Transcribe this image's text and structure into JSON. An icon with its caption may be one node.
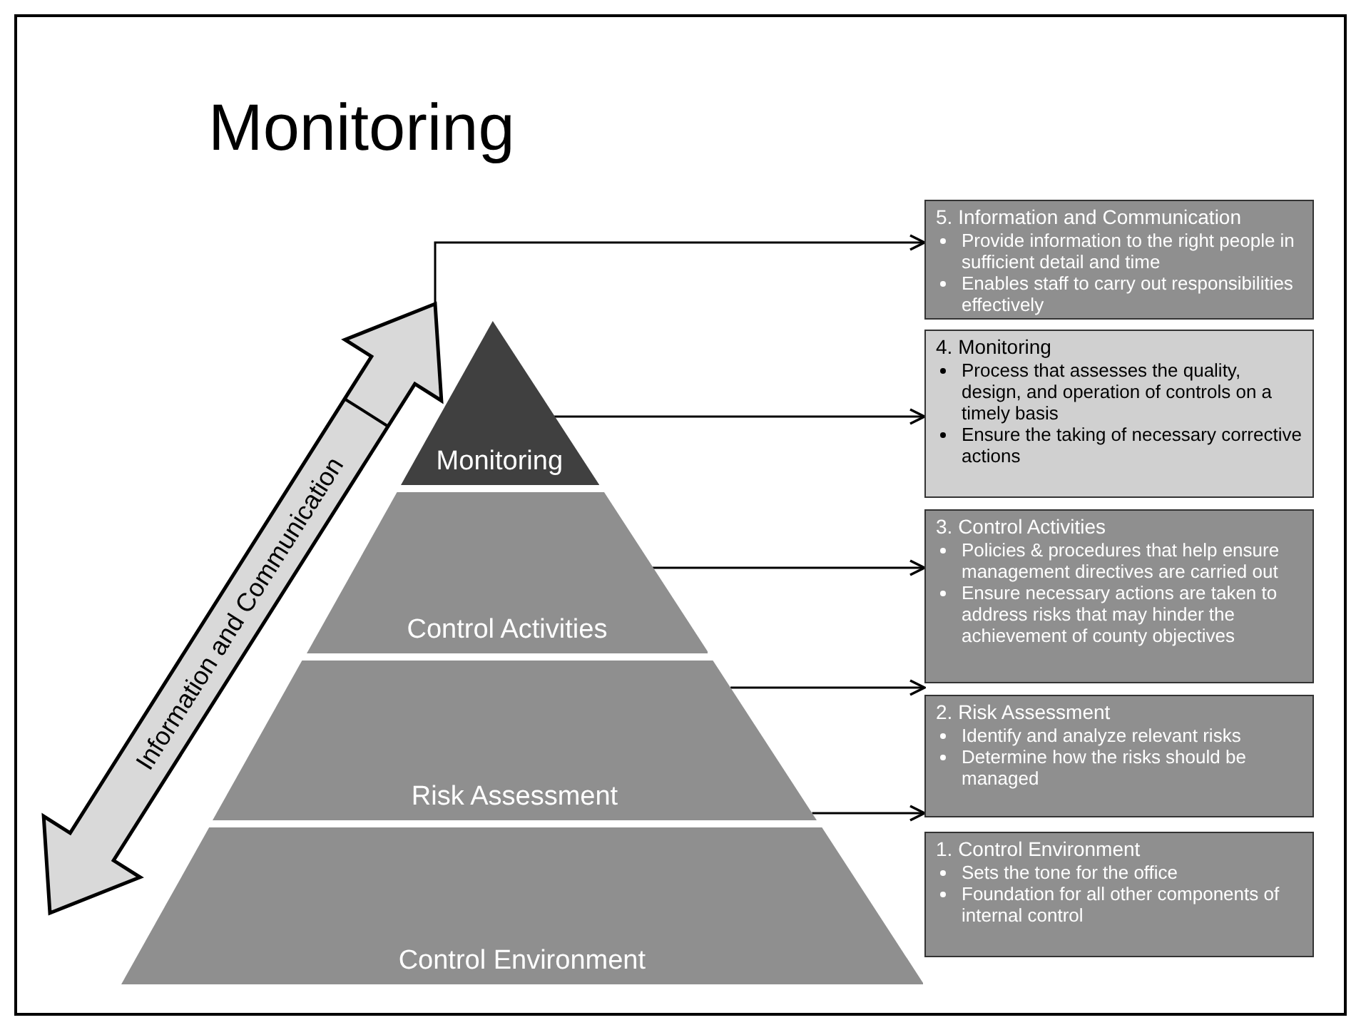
{
  "diagram": {
    "title": "Monitoring",
    "nodes": [
      {
        "text": [
          "Information and Communication"
        ]
      },
      {
        "text": [
          "Monitoring"
        ]
      },
      {
        "text": [
          "Control Activities"
        ]
      },
      {
        "text": [
          "Risk Assessment"
        ]
      },
      {
        "text": [
          "Control Environment"
        ]
      },
      {
        "text": [
          "5. Information and Communication",
          "Provide information to the right people in sufficient detail and time",
          "Enables staff to carry out responsibilities effectively"
        ]
      },
      {
        "text": [
          "4. Monitoring",
          "Process that assesses the quality, design, and operation of controls on a timely basis",
          "Ensure the taking of necessary corrective actions"
        ]
      },
      {
        "text": [
          "3. Control Activities",
          "Policies & procedures that help ensure management directives are carried out",
          "Ensure necessary actions are taken to address risks that may hinder the achievement of county objectives"
        ]
      },
      {
        "text": [
          "2. Risk Assessment",
          "Identify and analyze relevant risks",
          "Determine how the risks should be managed"
        ]
      },
      {
        "text": [
          "1. Control Environment",
          "Sets the tone for the office",
          "Foundation for all other components of internal control"
        ]
      }
    ],
    "edges": [
      {
        "from": 0,
        "to": 5,
        "arrow": "to"
      },
      {
        "from": 1,
        "to": 6,
        "arrow": "to"
      },
      {
        "from": 2,
        "to": 7,
        "arrow": "to"
      },
      {
        "from": 3,
        "to": 8,
        "arrow": "to"
      },
      {
        "from": 4,
        "to": 9,
        "arrow": "to"
      }
    ]
  }
}
